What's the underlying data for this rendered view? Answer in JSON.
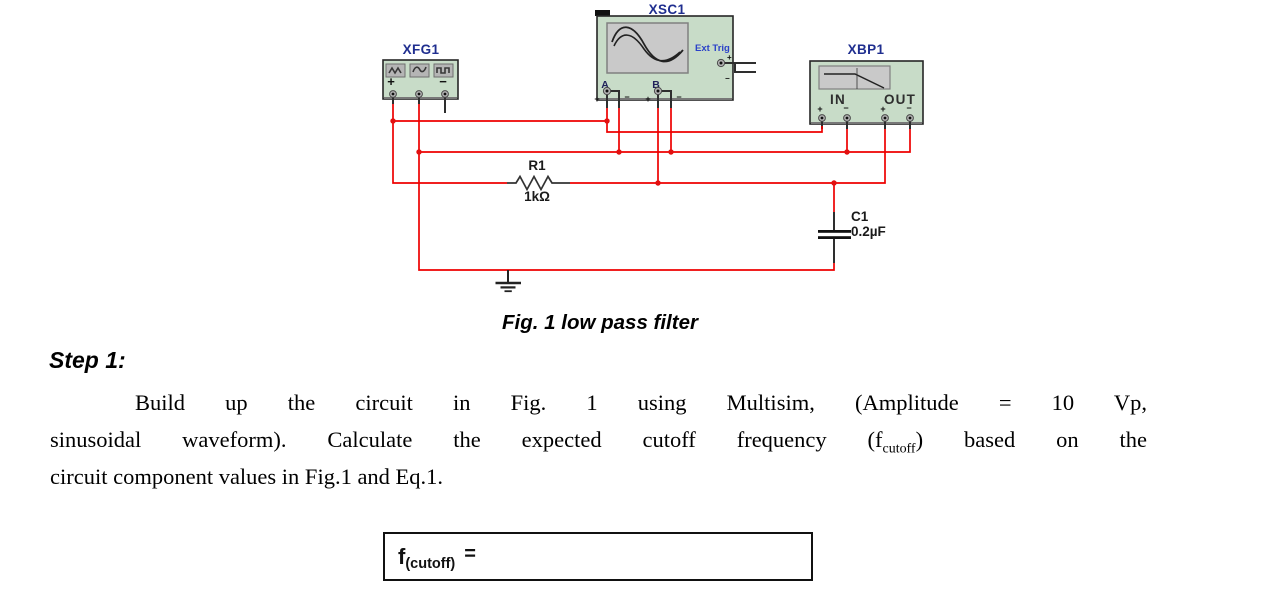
{
  "figure": {
    "caption": "Fig. 1 low pass filter",
    "function_generator": {
      "name": "XFG1",
      "plus": "+",
      "minus": "−"
    },
    "oscilloscope": {
      "name": "XSC1",
      "ext_trig": "Ext Trig",
      "ch_a": "A",
      "ch_b": "B",
      "plus": "+",
      "minus": "−"
    },
    "bode_plotter": {
      "name": "XBP1",
      "in": "IN",
      "out": "OUT",
      "plus": "+",
      "minus": "−"
    },
    "resistor": {
      "ref": "R1",
      "value": "1kΩ"
    },
    "capacitor": {
      "ref": "C1",
      "value": "0.2µF"
    },
    "colors": {
      "wire": "#ee0000",
      "instrument_fill": "#c8dcc8",
      "instrument_label": "#1f2e8f",
      "ext_trig_label": "#2b42c8"
    }
  },
  "step": {
    "heading": "Step 1:",
    "line1": "Build up the circuit in Fig. 1 using Multisim, (Amplitude = 10 Vp,",
    "line2_pre": "sinusoidal waveform). Calculate the expected cutoff frequency (f",
    "line2_sub": "cutoff",
    "line2_post": ") based on the",
    "line3": "circuit component values in Fig.1 and Eq.1."
  },
  "answer_box": {
    "symbol": "f",
    "subscript": "(cutoff)",
    "equals": "="
  }
}
